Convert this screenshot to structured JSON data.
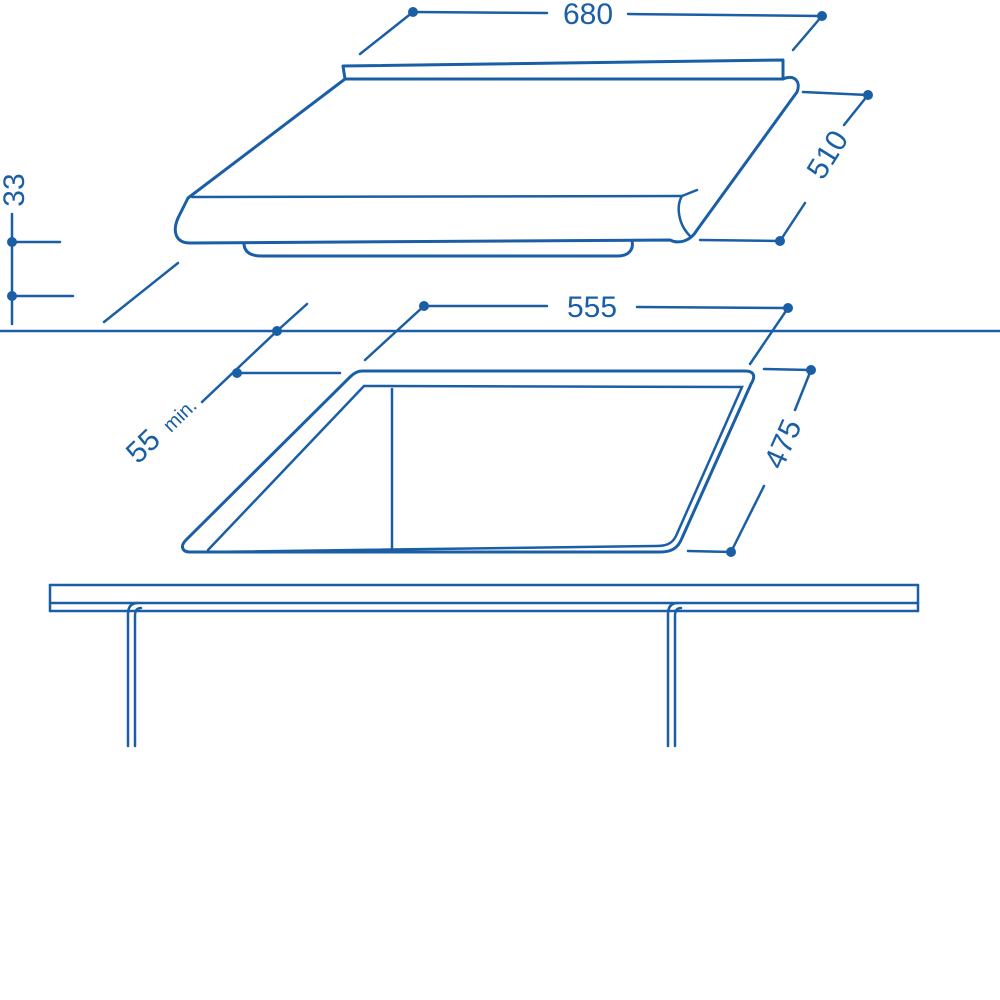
{
  "diagram": {
    "dimensions": {
      "hob_width": "680",
      "hob_depth": "510",
      "hob_height": "33",
      "cutout_width": "555",
      "cutout_depth": "475",
      "edge_distance_value": "55",
      "edge_distance_suffix": "min."
    },
    "colors": {
      "line": "#1a5fa6",
      "background": "#ffffff"
    }
  }
}
